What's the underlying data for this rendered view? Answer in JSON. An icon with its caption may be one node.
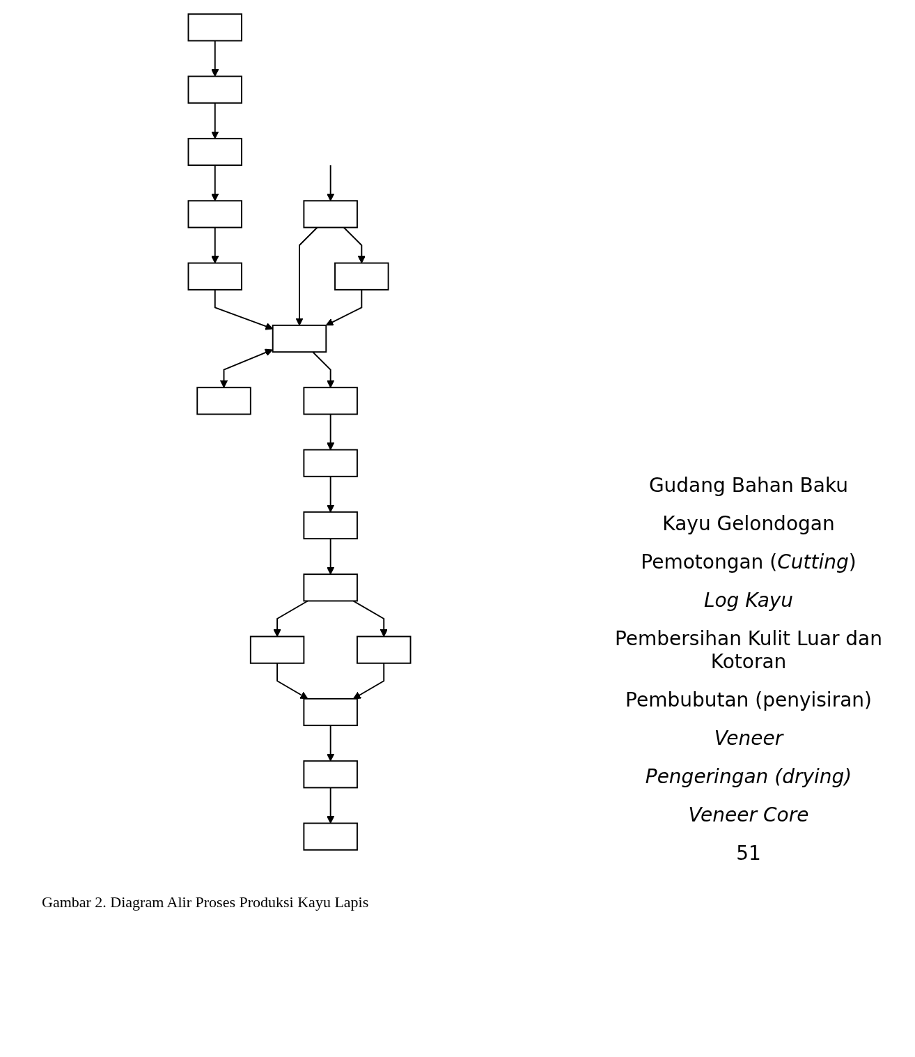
{
  "diagram": {
    "caption": "Gambar 2. Diagram Alir Proses Produksi Kayu Lapis",
    "nodes": [
      {
        "text": [],
        "shape": "box"
      },
      {
        "text": [],
        "shape": "box"
      },
      {
        "text": [],
        "shape": "box"
      },
      {
        "text": [],
        "shape": "box"
      },
      {
        "text": [],
        "shape": "box"
      },
      {
        "text": [],
        "shape": "box"
      },
      {
        "text": [],
        "shape": "box"
      },
      {
        "text": [],
        "shape": "box"
      },
      {
        "text": [],
        "shape": "box"
      },
      {
        "text": [],
        "shape": "box"
      },
      {
        "text": [],
        "shape": "box"
      },
      {
        "text": [],
        "shape": "box"
      },
      {
        "text": [],
        "shape": "box"
      },
      {
        "text": [],
        "shape": "box"
      },
      {
        "text": [],
        "shape": "box"
      },
      {
        "text": [],
        "shape": "box"
      },
      {
        "text": [],
        "shape": "box"
      },
      {
        "text": [],
        "shape": "box"
      }
    ],
    "edges": [
      {
        "from": 0,
        "to": 1,
        "arrow": "to"
      },
      {
        "from": 1,
        "to": 2,
        "arrow": "to"
      },
      {
        "from": 2,
        "to": 3,
        "arrow": "to"
      },
      {
        "from": 3,
        "to": 4,
        "arrow": "to"
      },
      {
        "from": 4,
        "to": 8,
        "arrow": "to"
      },
      {
        "from": null,
        "to": 5,
        "arrow": "to"
      },
      {
        "from": 5,
        "to": 6,
        "arrow": "to"
      },
      {
        "from": 5,
        "to": 8,
        "arrow": "to"
      },
      {
        "from": 6,
        "to": 8,
        "arrow": "to"
      },
      {
        "from": 8,
        "to": 7,
        "arrow": "both"
      },
      {
        "from": 8,
        "to": 9,
        "arrow": "to"
      },
      {
        "from": 9,
        "to": 10,
        "arrow": "to"
      },
      {
        "from": 10,
        "to": 11,
        "arrow": "to"
      },
      {
        "from": 11,
        "to": 12,
        "arrow": "to"
      },
      {
        "from": 12,
        "to": 13,
        "arrow": "to"
      },
      {
        "from": 12,
        "to": 14,
        "arrow": "to"
      },
      {
        "from": 13,
        "to": 15,
        "arrow": "to"
      },
      {
        "from": 14,
        "to": 15,
        "arrow": "to"
      },
      {
        "from": 15,
        "to": 16,
        "arrow": "to"
      },
      {
        "from": 16,
        "to": 17,
        "arrow": "to"
      }
    ],
    "labels": [
      "Gudang Bahan Baku",
      "Kayu Gelondogan",
      "Pemotongan (*Cutting*)",
      "*Log Kayu*",
      "Pembersihan Kulit Luar dan Kotoran",
      "Pembubutan (penyisiran)",
      "*Veneer*",
      "*Pengeringan (drying)*",
      "*Veneer Core*",
      "51"
    ]
  }
}
